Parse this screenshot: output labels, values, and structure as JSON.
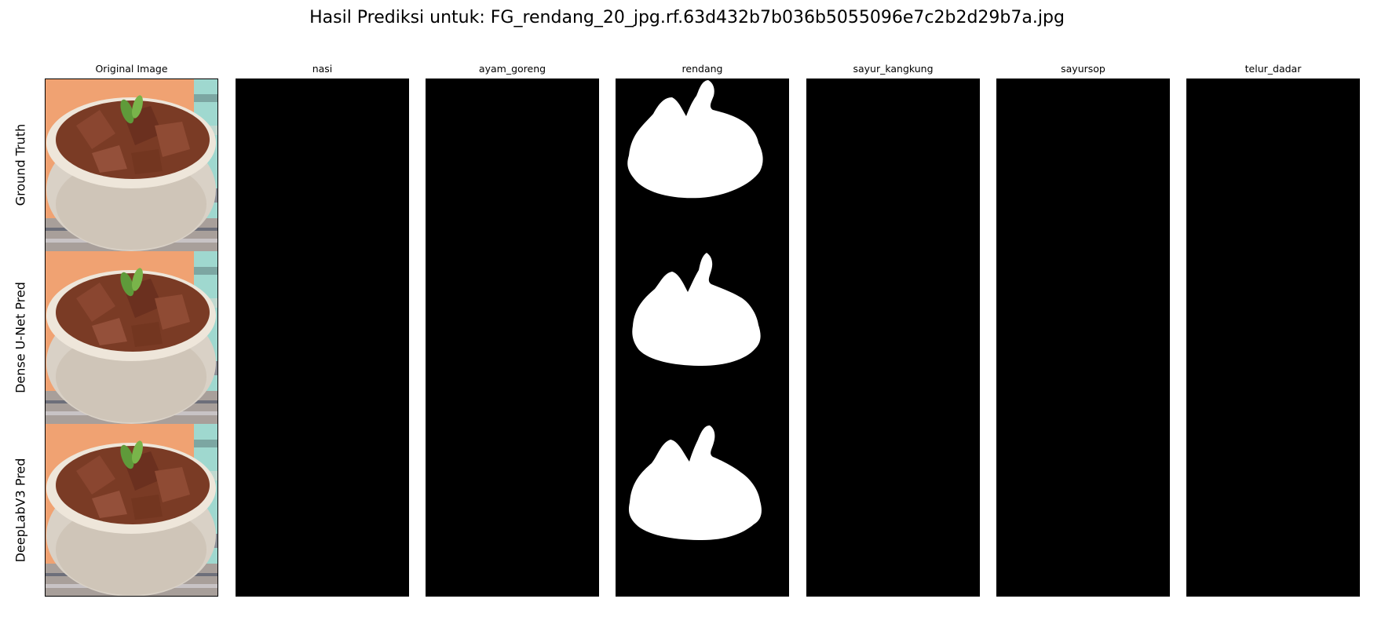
{
  "figure": {
    "title": "Hasil Prediksi untuk: FG_rendang_20_jpg.rf.63d432b7b036b5055096e7c2b2d29b7a.jpg",
    "columns": [
      "Original Image",
      "nasi",
      "ayam_goreng",
      "rendang",
      "sayur_kangkung",
      "sayursop",
      "telur_dadar"
    ],
    "rows": [
      "Ground Truth",
      "Dense U-Net Pred",
      "DeepLabV3 Pred"
    ],
    "highlighted_class": "rendang",
    "colors": {
      "mask_background": "#000000",
      "mask_foreground": "#ffffff",
      "photo_background": "#f0a272",
      "bowl": "#d9d1c6",
      "rendang": "#7a3b25",
      "leaf": "#5f9a3a"
    }
  }
}
